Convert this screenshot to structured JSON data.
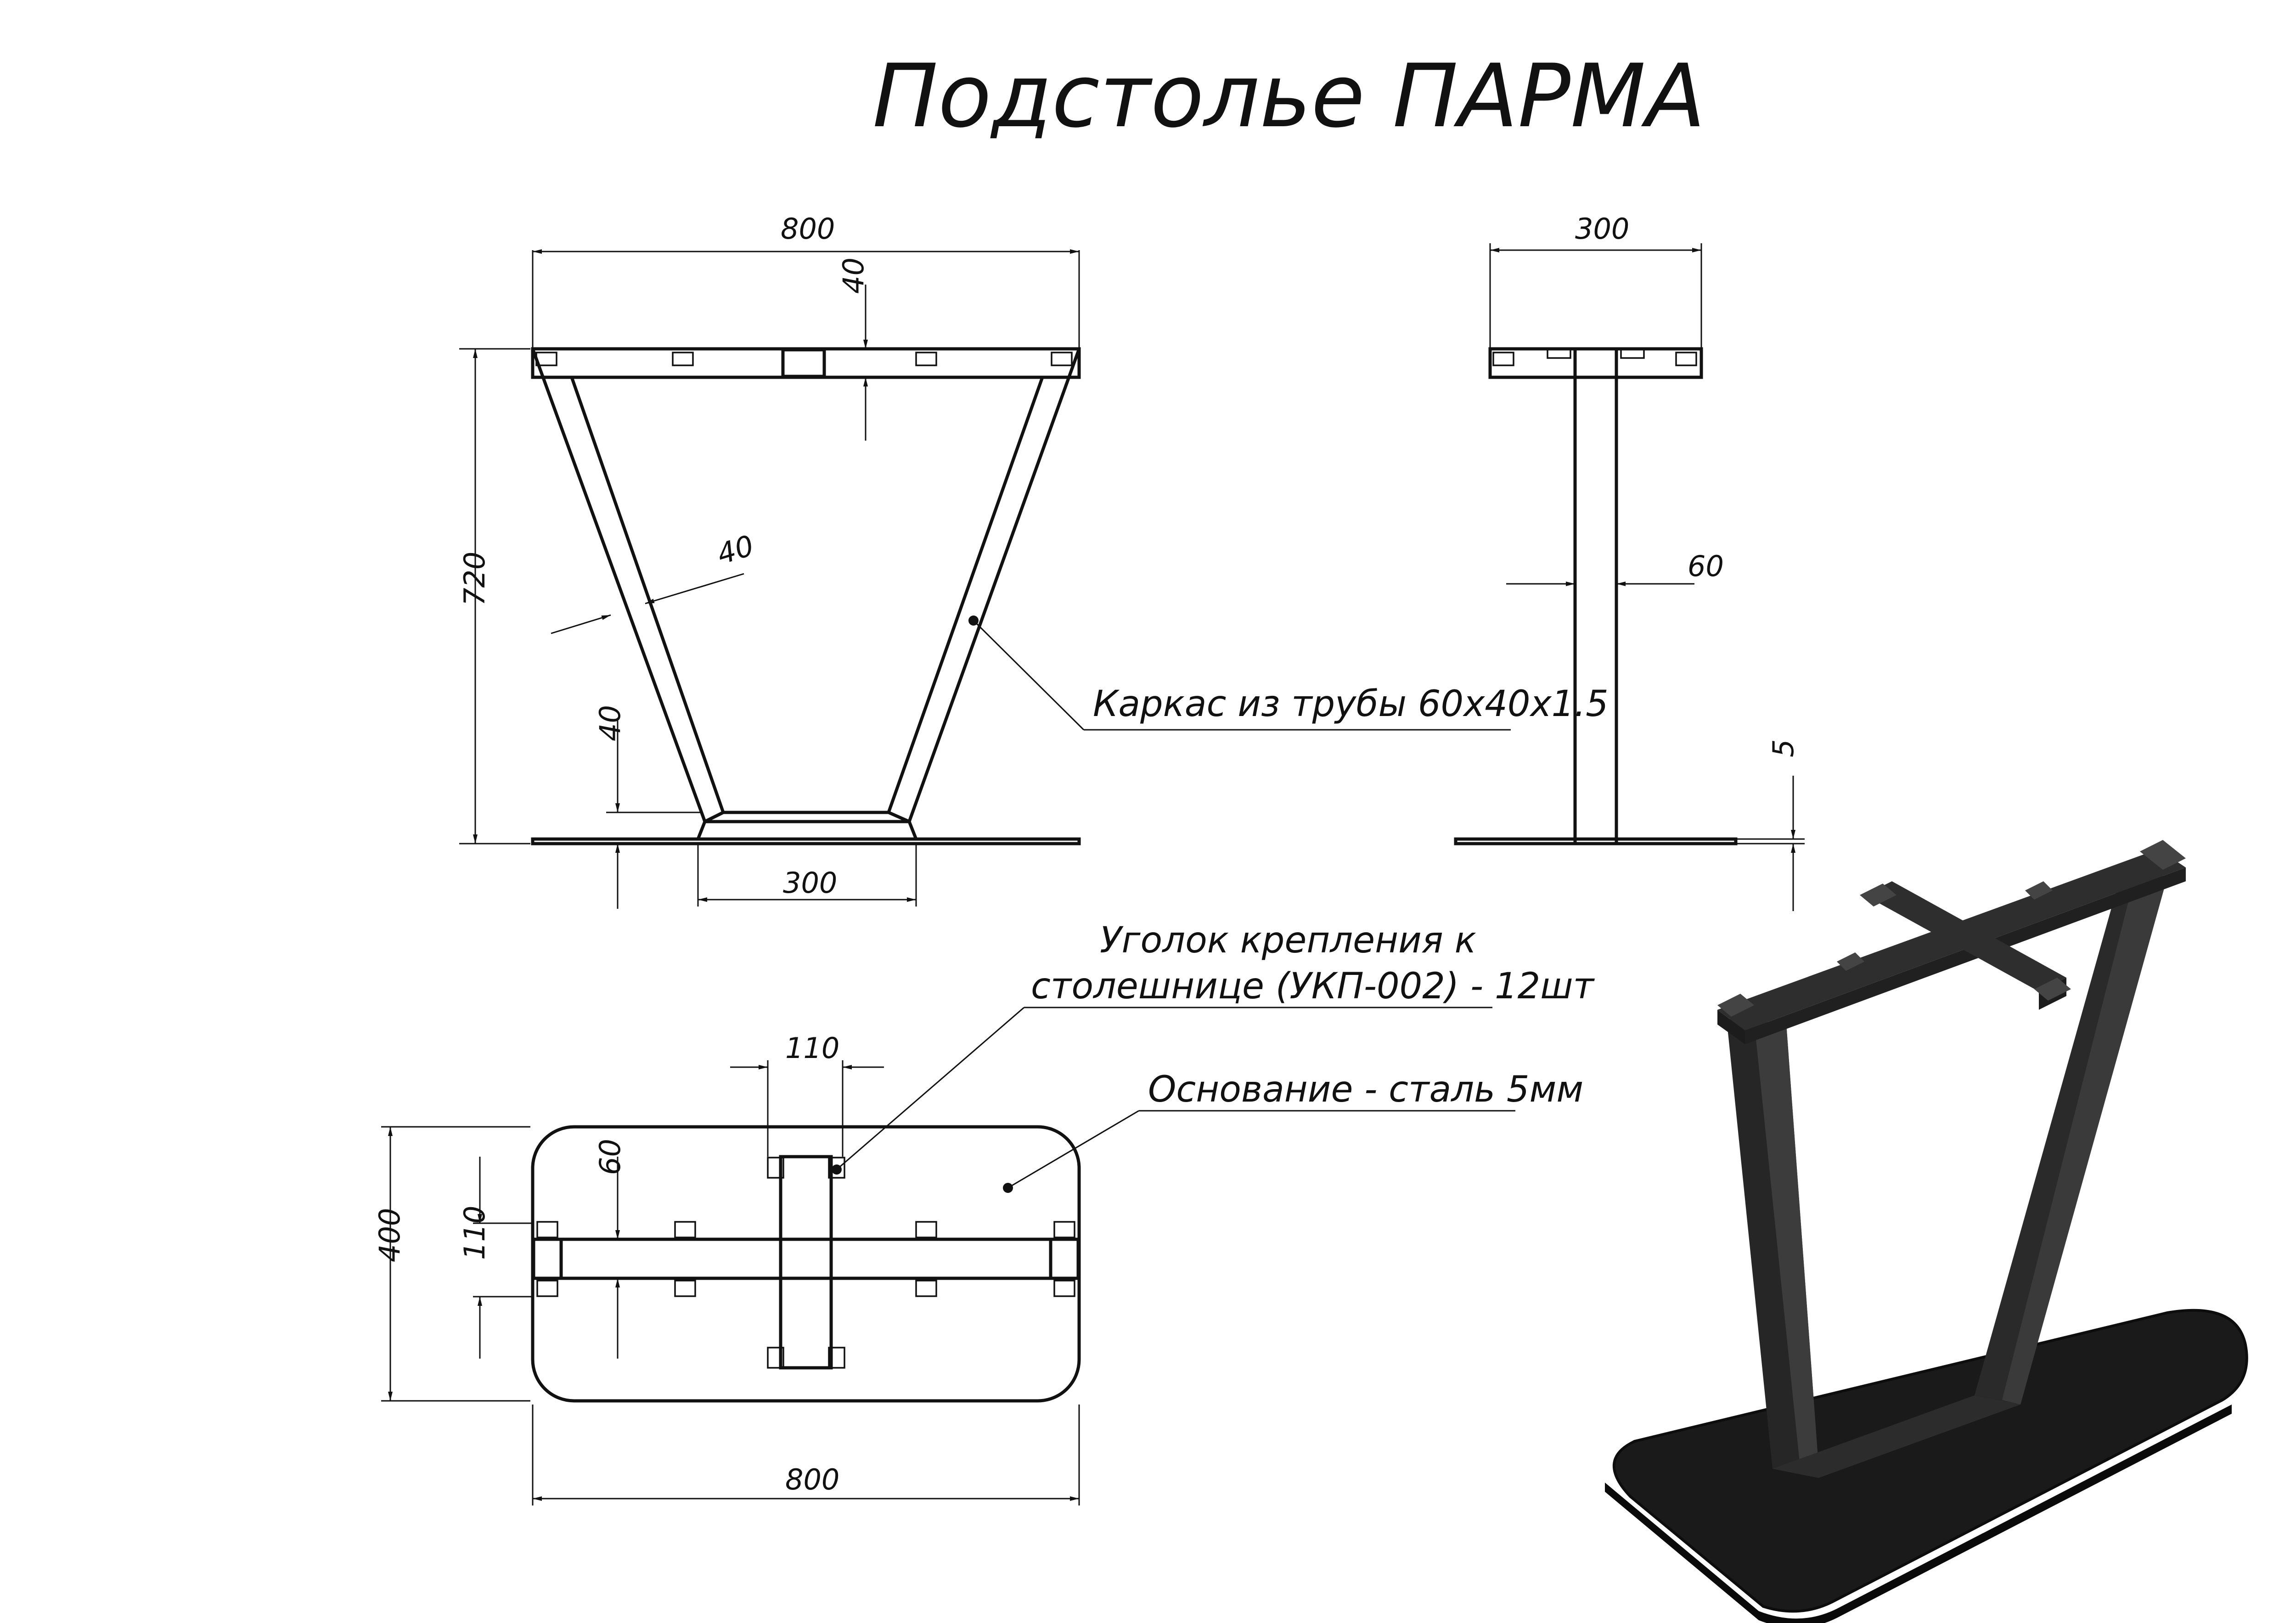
{
  "title": "Подстолье ПАРМА",
  "front_view": {
    "width_label": "800",
    "top_rail_label": "40",
    "height_label": "720",
    "leg_width_label": "40",
    "bottom_rail_label": "40",
    "bottom_width_label": "300"
  },
  "side_view": {
    "width_label": "300",
    "column_label": "60",
    "plate_label": "5"
  },
  "top_view": {
    "cross_width_label": "110",
    "beam_label": "60",
    "beam_width_label": "110",
    "depth_label": "400",
    "width_label": "800"
  },
  "notes": {
    "frame": "Каркас из трубы 60х40х1.5",
    "bracket_line1": "Уголок крепления к",
    "bracket_line2": "столешнице (УКП-002) - 12шт",
    "base": "Основание - сталь 5мм"
  },
  "colors": {
    "line": "#111111",
    "render_metal": "#2a2a2a",
    "render_base": "#1a1a1a"
  }
}
